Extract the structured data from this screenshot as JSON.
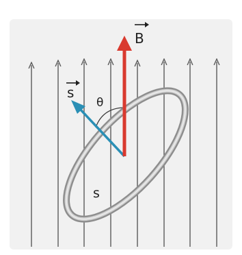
{
  "diagram": {
    "labels": {
      "vector_b": "B",
      "vector_s": "s",
      "angle": "θ",
      "area": "s"
    },
    "colors": {
      "background_panel": "#f1f1f1",
      "field_line": "#5a5a5a",
      "b_vector": "#d93a2f",
      "s_vector": "#2a8fb5",
      "loop_outer": "#8e8e8e",
      "loop_inner": "#d2d2d2",
      "label_text": "#1f1f1f"
    },
    "field_line_count": 8
  }
}
